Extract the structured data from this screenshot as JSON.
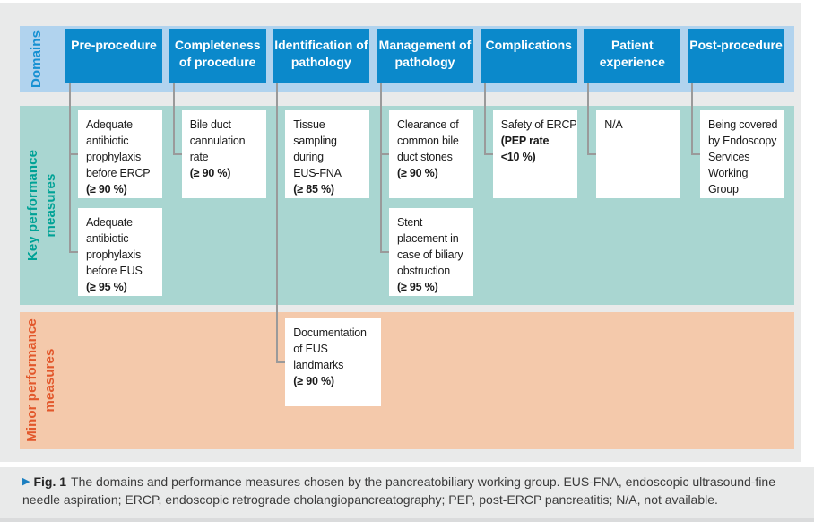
{
  "colors": {
    "page_background": "#e9eaea",
    "domains_band": "#b1d3ee",
    "domain_header_box": "#0b89cb",
    "key_measures_band": "#a9d6d1",
    "minor_measures_band": "#f4c9ab",
    "domains_label_text": "#1690d2",
    "key_label_text": "#00a296",
    "minor_label_text": "#e2572b",
    "connector_line": "#9a9a9a",
    "caption_marker": "#1b7fc0"
  },
  "row_labels": {
    "domains": "Domains",
    "key": "Key performance\nmeasures",
    "minor": "Minor performance\nmeasures"
  },
  "columns": [
    {
      "header": "Pre-procedure",
      "measures": [
        {
          "band": "key",
          "text": "Adequate\nantibiotic\nprophylaxis\nbefore ERCP\n",
          "bold": "(≥ 90 %)",
          "connected": true
        },
        {
          "band": "key",
          "text": "Adequate\nantibiotic\nprophylaxis\nbefore EUS\n",
          "bold": "(≥ 95 %)",
          "connected": true
        }
      ]
    },
    {
      "header": "Completeness of procedure",
      "measures": [
        {
          "band": "key",
          "text": "Bile duct\ncannulation\nrate\n",
          "bold": "(≥ 90 %)",
          "connected": true
        }
      ]
    },
    {
      "header": "Identification of pathology",
      "measures": [
        {
          "band": "key",
          "text": "Tissue\nsampling\nduring\nEUS-FNA\n",
          "bold": "(≥ 85 %)",
          "connected": false
        },
        {
          "band": "minor",
          "text": "Documentation\nof EUS\nlandmarks\n",
          "bold": "(≥ 90 %)",
          "connected": true
        }
      ]
    },
    {
      "header": "Management of pathology",
      "measures": [
        {
          "band": "key",
          "text": "Clearance of\ncommon bile\nduct stones\n",
          "bold": "(≥ 90 %)",
          "connected": true
        },
        {
          "band": "key",
          "text": "Stent\nplacement in\ncase of biliary\nobstruction\n",
          "bold": "(≥ 95 %)",
          "connected": true
        }
      ]
    },
    {
      "header": "Complications",
      "measures": [
        {
          "band": "key",
          "text": "Safety of ERCP\n",
          "bold": "(PEP rate\n<10 %)",
          "connected": true
        }
      ]
    },
    {
      "header": "Patient experience",
      "measures": [
        {
          "band": "key",
          "text": "N/A",
          "bold": "",
          "connected": true
        }
      ]
    },
    {
      "header": "Post-procedure",
      "measures": [
        {
          "band": "key",
          "text": "Being covered\nby Endoscopy\nServices\nWorking\nGroup",
          "bold": "",
          "connected": true
        }
      ]
    }
  ],
  "caption": {
    "marker": "▶",
    "label": "Fig. 1",
    "text": "The domains and performance measures chosen by the pancreatobiliary working group. EUS-FNA, endoscopic ultrasound-fine needle aspiration; ERCP, endoscopic retrograde cholangiopancreatography; PEP, post-ERCP pancreatitis; N/A, not available."
  }
}
